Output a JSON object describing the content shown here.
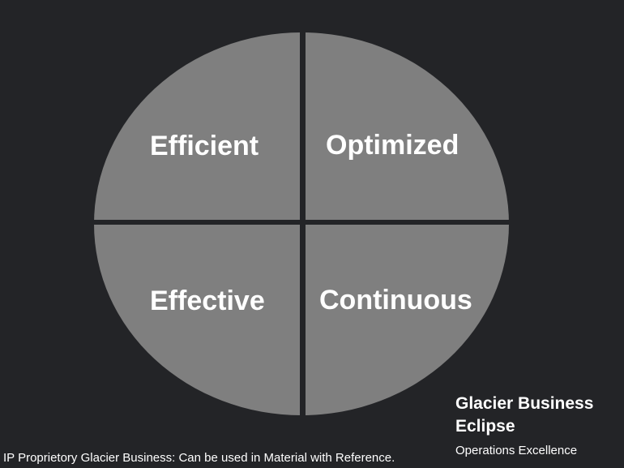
{
  "diagram": {
    "quadrants": [
      {
        "label": "Efficient"
      },
      {
        "label": "Optimized"
      },
      {
        "label": "Effective"
      },
      {
        "label": "Continuous"
      }
    ],
    "colors": {
      "background": "#232427",
      "quadrant_fill": "#7f7f7f",
      "text": "#ffffff"
    }
  },
  "branding": {
    "title": "Glacier Business Eclipse",
    "subtitle": "Operations Excellence"
  },
  "footer": {
    "text": "IP Proprietory Glacier Business: Can be used in Material with Reference."
  }
}
